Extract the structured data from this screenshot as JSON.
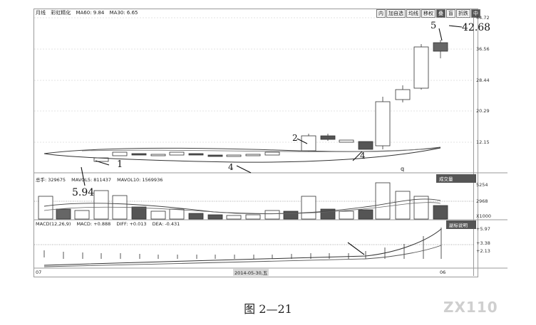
{
  "header": {
    "period": "月线",
    "stock": "彩虹精化",
    "ma60": "MA60: 9.84",
    "ma30": "MA30: 6.65"
  },
  "toolbar": [
    "内",
    "加自选",
    "均线",
    "移权",
    "叠",
    "盲",
    "折跌",
    "中"
  ],
  "price_axis": [
    "44.72",
    "36.56",
    "28.44",
    "20.29",
    "12.15"
  ],
  "volume": {
    "title": "总手: 329675",
    "mavol5": "MAVOL5: 811437",
    "mavol10": "MAVOL10: 1569936",
    "tag": "成交量",
    "axis": [
      "5254",
      "2968",
      "X1000"
    ]
  },
  "macd": {
    "title": "MACD(12,26,9)",
    "macd": "MACD: +0.888",
    "diff": "DIFF: +0.013",
    "dea": "DEA: -0.431",
    "tag": "副标说明",
    "axis": [
      "+5.97",
      "+3.38",
      "+2.13"
    ]
  },
  "xaxis": {
    "start": "07",
    "mid": "2014-05-30,五",
    "end": "06"
  },
  "annotations": {
    "a1": "1",
    "a2": "2",
    "a3": "4",
    "a4": "4",
    "a5": "5",
    "low": "5.94",
    "high": "42.68",
    "q": "q"
  },
  "caption": "图 2—21",
  "watermark": "ZX110"
}
